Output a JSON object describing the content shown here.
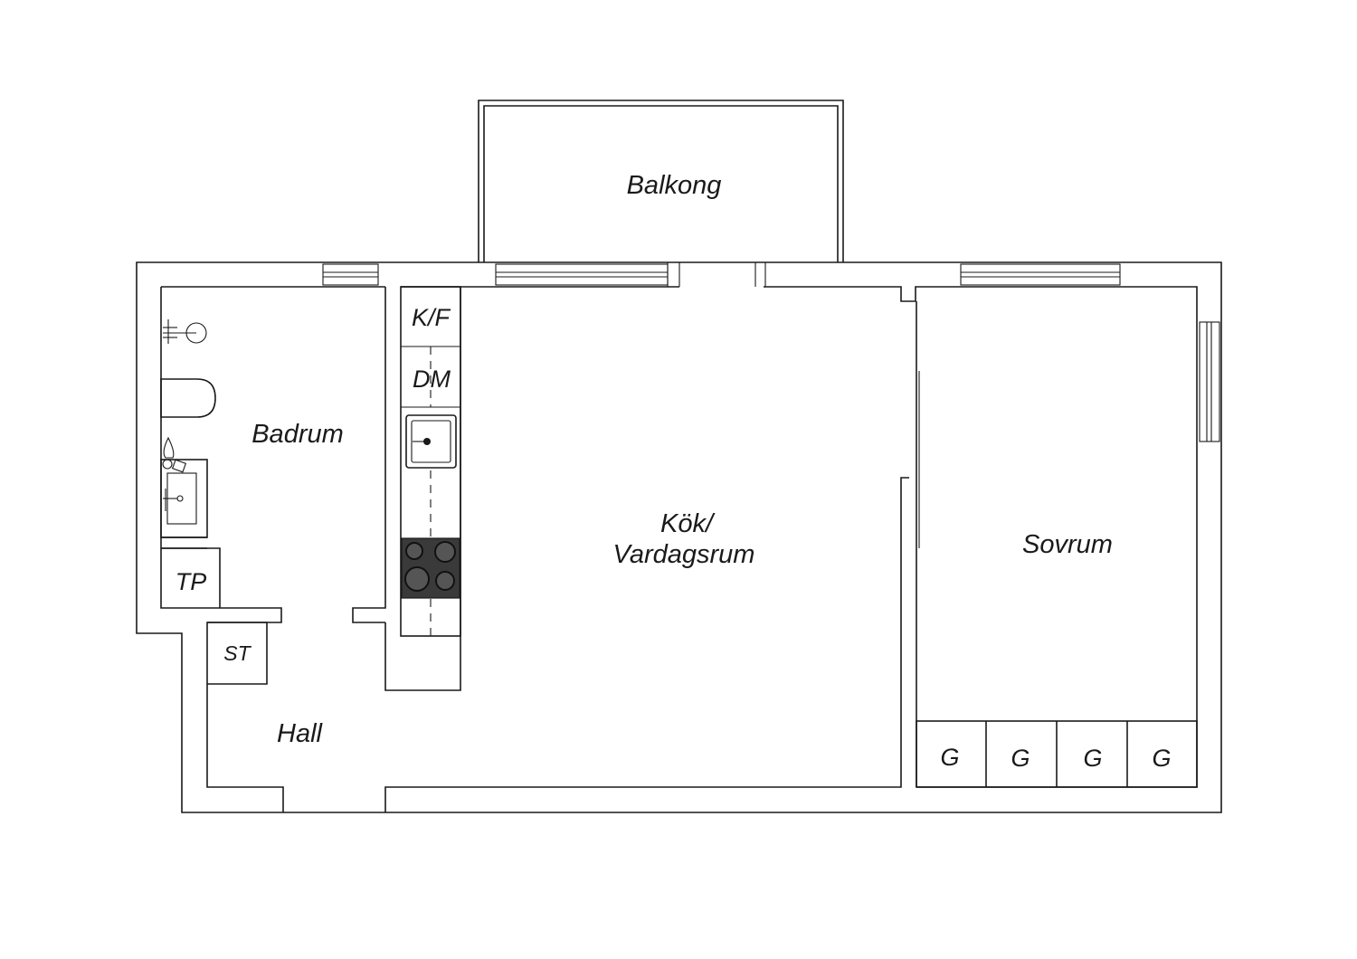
{
  "plan": {
    "rooms": {
      "balcony": "Balkong",
      "bathroom": "Badrum",
      "kitchen_line1": "Kök/",
      "kitchen_line2": "Vardagsrum",
      "bedroom": "Sovrum",
      "hall": "Hall"
    },
    "fixtures": {
      "fridge_freezer": "K/F",
      "dishwasher": "DM",
      "washer_dryer": "TP",
      "storage": "ST",
      "wardrobes": [
        "G",
        "G",
        "G",
        "G"
      ]
    },
    "colors": {
      "line": "#1a1a1a",
      "stove": "#3a3a3a",
      "background": "#ffffff"
    }
  }
}
